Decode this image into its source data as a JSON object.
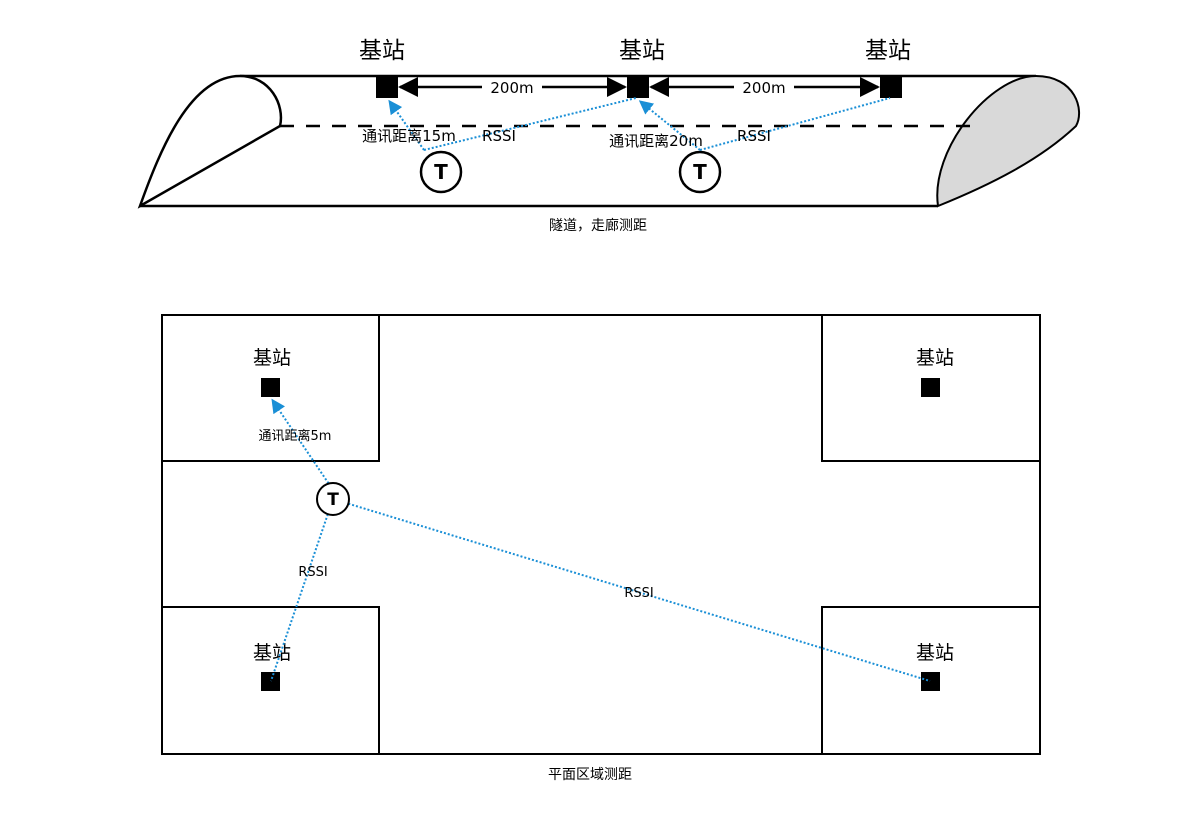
{
  "colors": {
    "link": "#1a8fd6",
    "outline": "#000000",
    "tunnel_end_fill": "#d9d9d9",
    "node_fill": "#000000",
    "background": "#ffffff"
  },
  "tunnel": {
    "base_station_label": "基站",
    "spacing_label_1": "200m",
    "spacing_label_2": "200m",
    "distance_label_1": "通讯距离15m",
    "distance_label_2": "通讯距离20m",
    "rssi_label_1": "RSSI",
    "rssi_label_2": "RSSI",
    "tag_1_letter": "T",
    "tag_2_letter": "T",
    "caption": "隧道，走廊测距"
  },
  "plane": {
    "base_station_label": "基站",
    "distance_label": "通讯距离5m",
    "rssi_label_1": "RSSI",
    "rssi_label_2": "RSSI",
    "tag_letter": "T",
    "caption": "平面区域测距"
  }
}
